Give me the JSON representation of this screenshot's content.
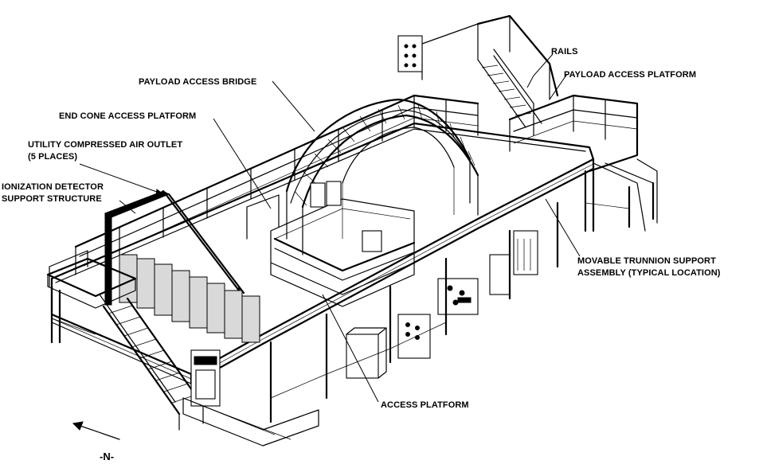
{
  "labels": {
    "rails": "RAILS",
    "payload_access_platform": "PAYLOAD ACCESS PLATFORM",
    "payload_access_bridge": "PAYLOAD ACCESS BRIDGE",
    "end_cone_access_platform": "END CONE ACCESS PLATFORM",
    "utility_air_outlet_line1": "UTILITY COMPRESSED AIR OUTLET",
    "utility_air_outlet_line2": "(5 PLACES)",
    "ionization_detector_line1": "IONIZATION DETECTOR",
    "ionization_detector_line2": "SUPPORT STRUCTURE",
    "movable_trunnion_line1": "MOVABLE TRUNNION SUPPORT",
    "movable_trunnion_line2": "ASSEMBLY (TYPICAL LOCATION)",
    "access_platform": "ACCESS PLATFORM"
  },
  "compass": {
    "label": "-N-"
  }
}
